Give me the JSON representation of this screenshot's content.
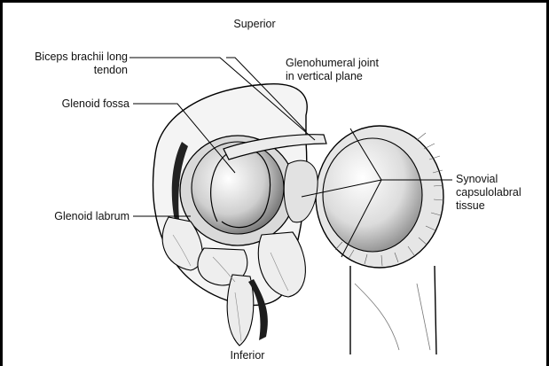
{
  "labels": {
    "superior": "Superior",
    "inferior": "Inferior",
    "biceps_line1": "Biceps brachii long",
    "biceps_line2": "tendon",
    "glenoid_fossa": "Glenoid fossa",
    "glenoid_labrum": "Glenoid labrum",
    "glenohumeral_line1": "Glenohumeral joint",
    "glenohumeral_line2": "in vertical plane",
    "synovial_line1": "Synovial",
    "synovial_line2": "capsulolabral",
    "synovial_line3": "tissue"
  },
  "colors": {
    "line": "#000000",
    "fill_light": "#f2f2f2",
    "fill_mid": "#bdbdbd",
    "fill_dark": "#6a6a6a"
  }
}
